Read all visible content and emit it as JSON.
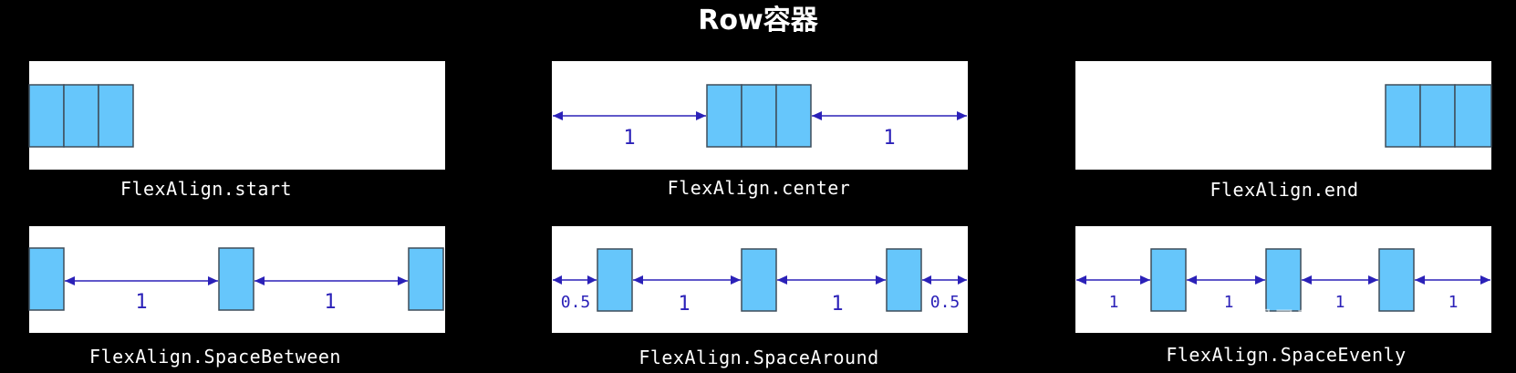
{
  "title": "Row容器",
  "colors": {
    "background": "#000000",
    "panel": "#ffffff",
    "box": "#66c6fb",
    "box_border": "#3f4d5a",
    "arrow": "#2b21b8",
    "text": "#ffffff"
  },
  "panels": [
    {
      "caption": "FlexAlign.start",
      "gap_labels": []
    },
    {
      "caption": "FlexAlign.center",
      "gap_labels": [
        "1",
        "1"
      ]
    },
    {
      "caption": "FlexAlign.end",
      "gap_labels": []
    },
    {
      "caption": "FlexAlign.SpaceBetween",
      "gap_labels": [
        "1",
        "1"
      ]
    },
    {
      "caption": "FlexAlign.SpaceAround",
      "gap_labels": [
        "0.5",
        "1",
        "1",
        "0.5"
      ]
    },
    {
      "caption": "FlexAlign.SpaceEvenly",
      "gap_labels": [
        "1",
        "1",
        "1",
        "1"
      ]
    }
  ],
  "watermark": "黑马程序员"
}
